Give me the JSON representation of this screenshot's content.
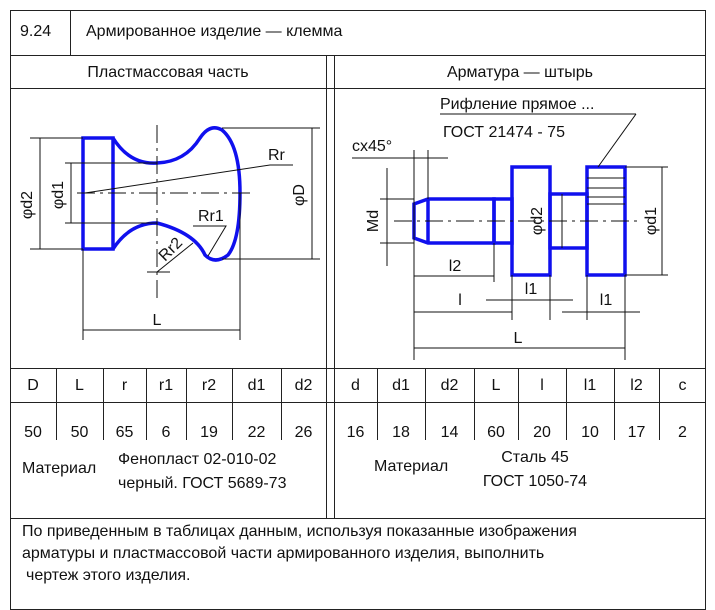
{
  "title": {
    "number": "9.24",
    "text": "Армированное изделие — клемма"
  },
  "left": {
    "header": "Пластмассовая часть",
    "drawing_labels": {
      "d2": "φd2",
      "d1": "φd1",
      "D": "φD",
      "Rr": "Rr",
      "Rr1": "Rr1",
      "Rr2": "Rr2",
      "L": "L"
    },
    "table": {
      "columns": [
        "D",
        "L",
        "r",
        "r1",
        "r2",
        "d1",
        "d2"
      ],
      "values": [
        "50",
        "50",
        "65",
        "6",
        "19",
        "22",
        "26"
      ]
    },
    "material_label": "Материал",
    "material_value": [
      "Фенопласт 02-010-02",
      "черный. ГОСТ 5689-73"
    ]
  },
  "right": {
    "header": "Арматура — штырь",
    "note": [
      "Рифление прямое ...",
      "ГОСТ 21474 - 75"
    ],
    "drawing_labels": {
      "c": "cx45°",
      "Md": "Md",
      "d2": "φd2",
      "d1": "φd1",
      "l2": "l2",
      "l": "l",
      "l1a": "l1",
      "l1b": "l1",
      "L": "L"
    },
    "table": {
      "columns": [
        "d",
        "d1",
        "d2",
        "L",
        "l",
        "l1",
        "l2",
        "c"
      ],
      "values": [
        "16",
        "18",
        "14",
        "60",
        "20",
        "10",
        "17",
        "2"
      ]
    },
    "material_label": "Материал",
    "material_value": [
      "Сталь 45",
      "ГОСТ 1050-74"
    ]
  },
  "task": [
    "По приведенным в таблицах данным, используя показанные изображения",
    "арматуры и пластмассовой части армированного изделия, выполнить",
    "чертеж этого изделия."
  ],
  "colors": {
    "part_outline": "#1010ee"
  }
}
